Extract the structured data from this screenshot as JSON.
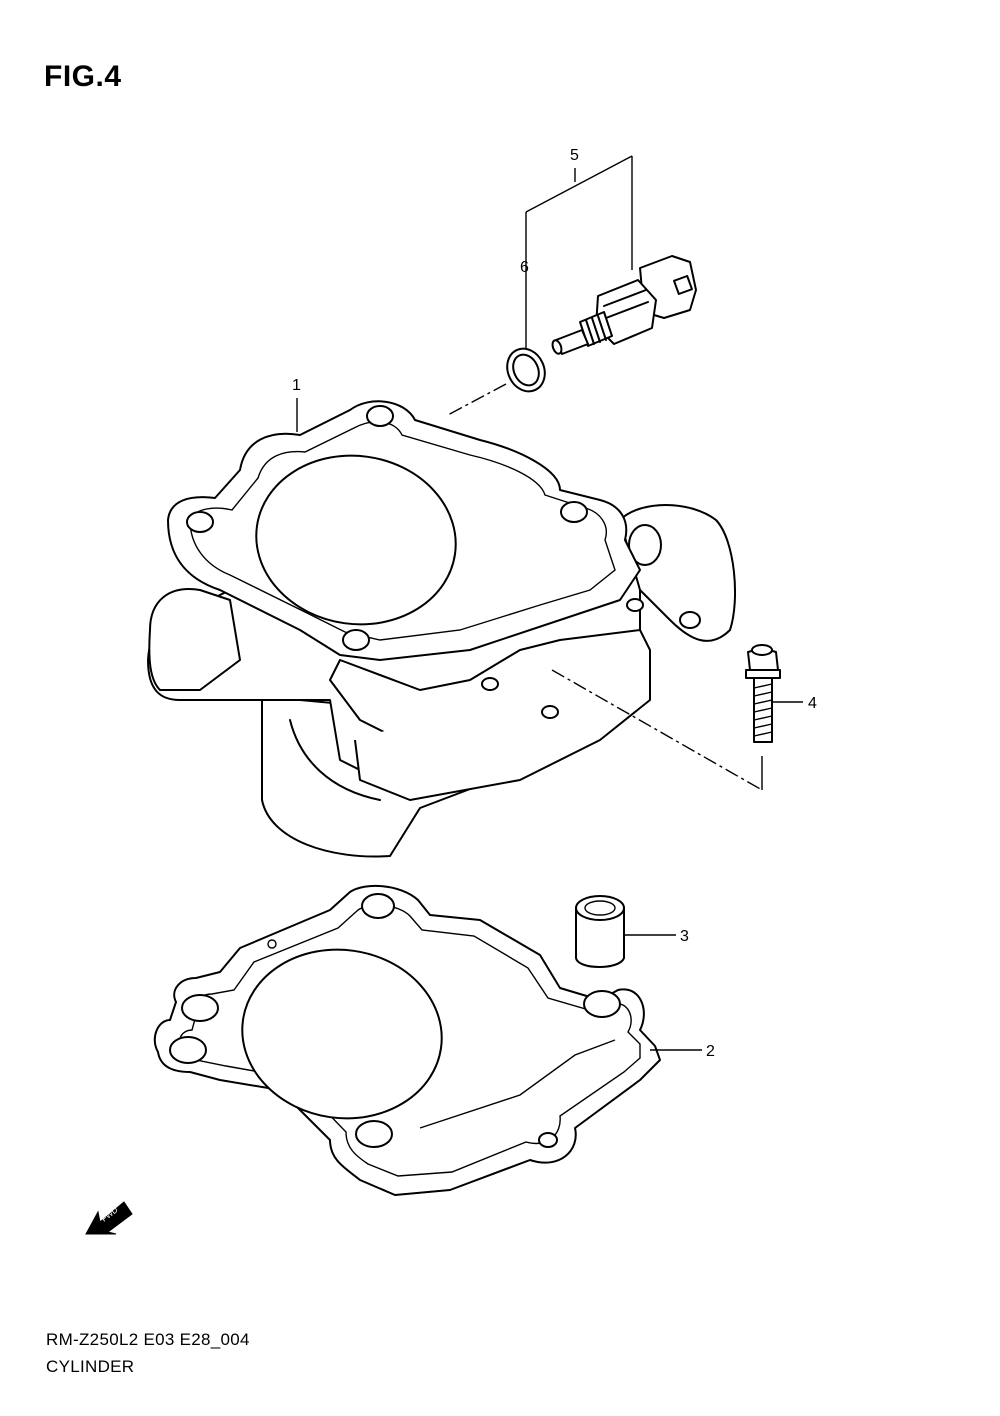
{
  "figure": {
    "title": "FIG.4"
  },
  "callouts": [
    {
      "id": "1",
      "label": "1"
    },
    {
      "id": "2",
      "label": "2"
    },
    {
      "id": "3",
      "label": "3"
    },
    {
      "id": "4",
      "label": "4"
    },
    {
      "id": "5",
      "label": "5"
    },
    {
      "id": "6",
      "label": "6"
    }
  ],
  "fwd_label": "FWD",
  "footer": {
    "model_code": "RM-Z250L2 E03 E28_004",
    "section_name": "CYLINDER"
  }
}
